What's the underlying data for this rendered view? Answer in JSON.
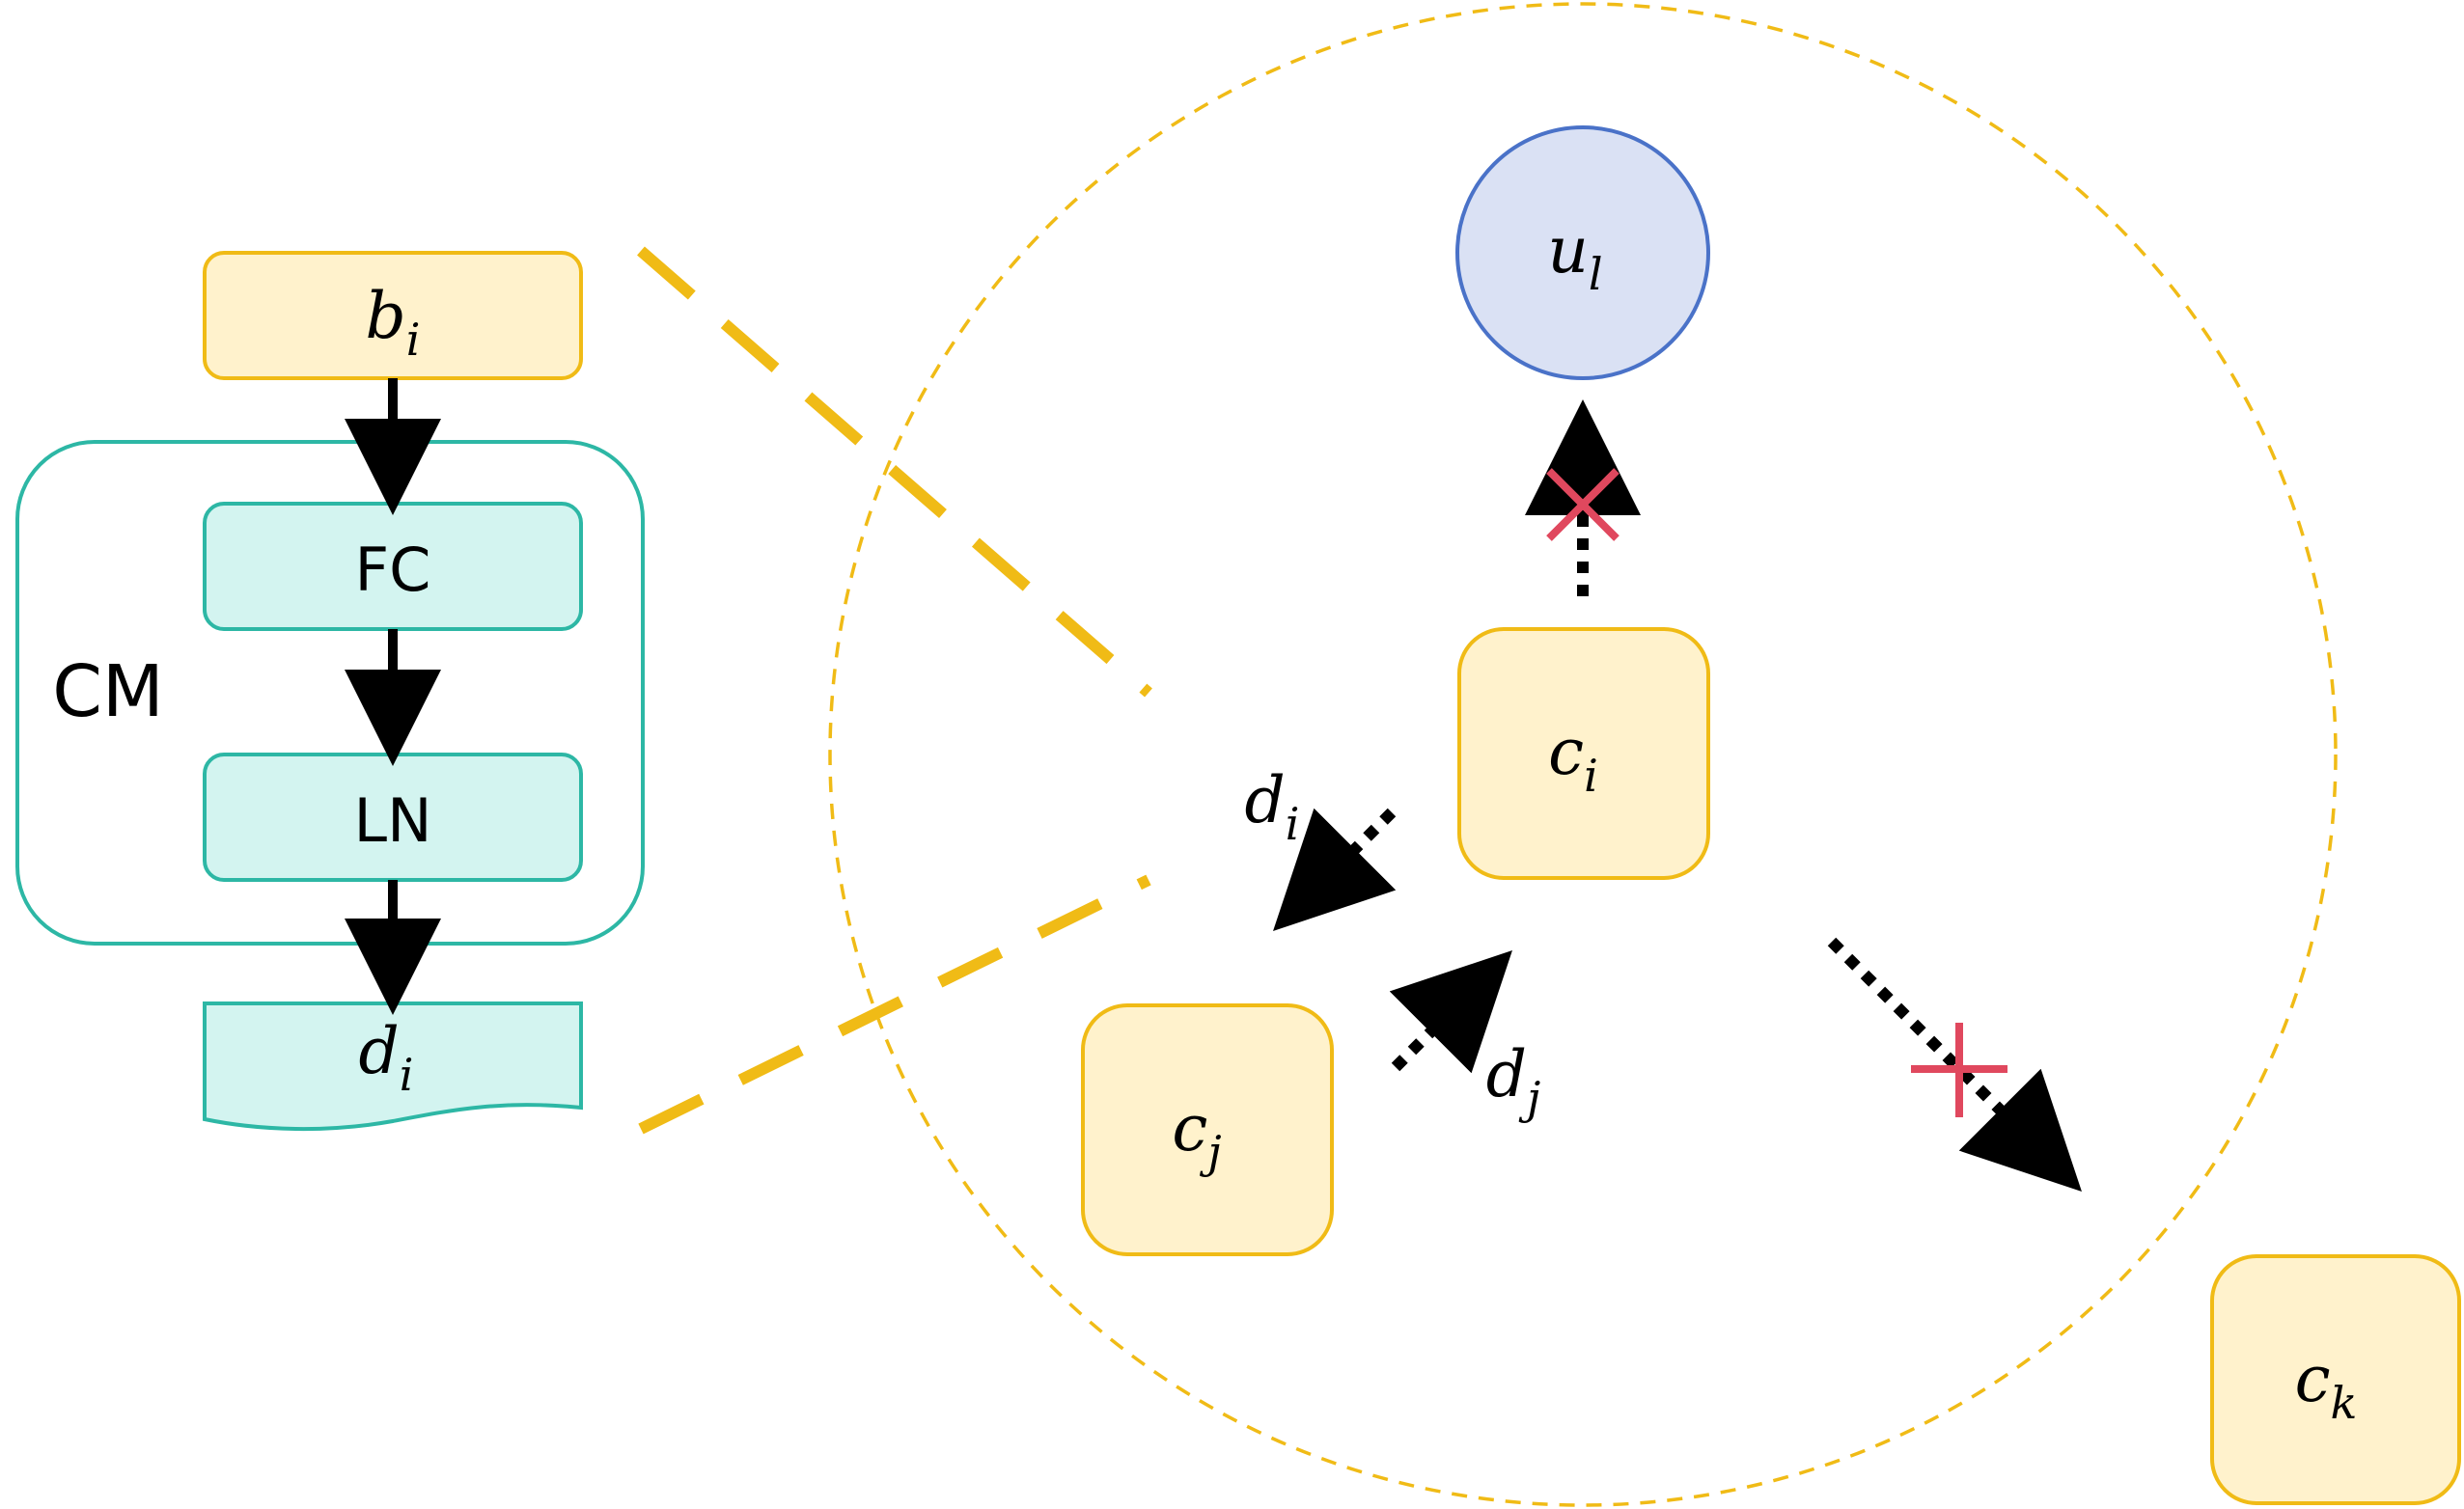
{
  "colors": {
    "yellow_stroke": "#F0BB16",
    "yellow_fill": "#FFF2CC",
    "teal_stroke": "#2DB7A5",
    "teal_fill": "#D3F4F0",
    "blue_stroke": "#4A72C8",
    "blue_fill": "#DAE1F4",
    "red_cross": "#E0485E",
    "black": "#000000"
  },
  "left_pipeline": {
    "input": {
      "base": "b",
      "sub": "i"
    },
    "module_label": "CM",
    "fc_label": "FC",
    "ln_label": "LN",
    "output": {
      "base": "d",
      "sub": "i"
    }
  },
  "right_scene": {
    "user": {
      "base": "u",
      "sub": "l"
    },
    "center_cell": {
      "base": "c",
      "sub": "i"
    },
    "neighbor_cell": {
      "base": "c",
      "sub": "j"
    },
    "outside_cell": {
      "base": "c",
      "sub": "k"
    },
    "msg_from_i": {
      "base": "d",
      "sub": "i"
    },
    "msg_from_j": {
      "base": "d",
      "sub": "j"
    }
  }
}
